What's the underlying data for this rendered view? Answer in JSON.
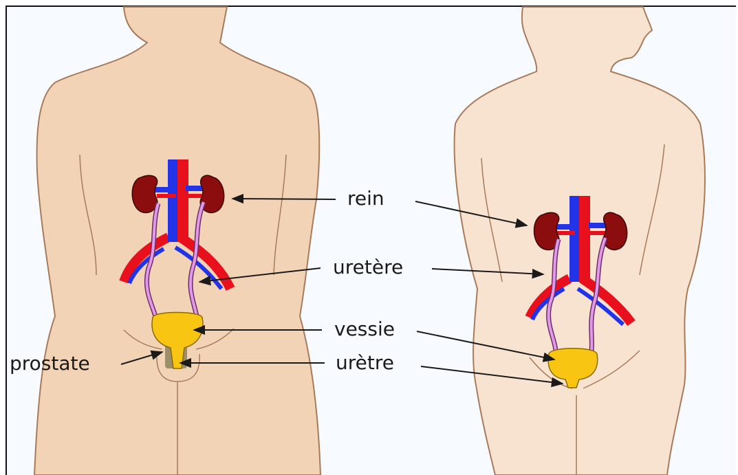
{
  "labels": {
    "rein": "rein",
    "uretere": "uretère",
    "vessie": "vessie",
    "uretre": "urètre",
    "prostate": "prostate"
  },
  "colors": {
    "background": "#f7fbff",
    "male_skin": "#f3d3b6",
    "female_skin": "#f8e3d0",
    "body_outline": "#a77a5a",
    "kidney": "#8c0d0d",
    "artery": "#e8101c",
    "vein": "#2233e8",
    "ureter": "#e29ae6",
    "bladder": "#f8c512",
    "prostate": "#9b8f6a"
  }
}
